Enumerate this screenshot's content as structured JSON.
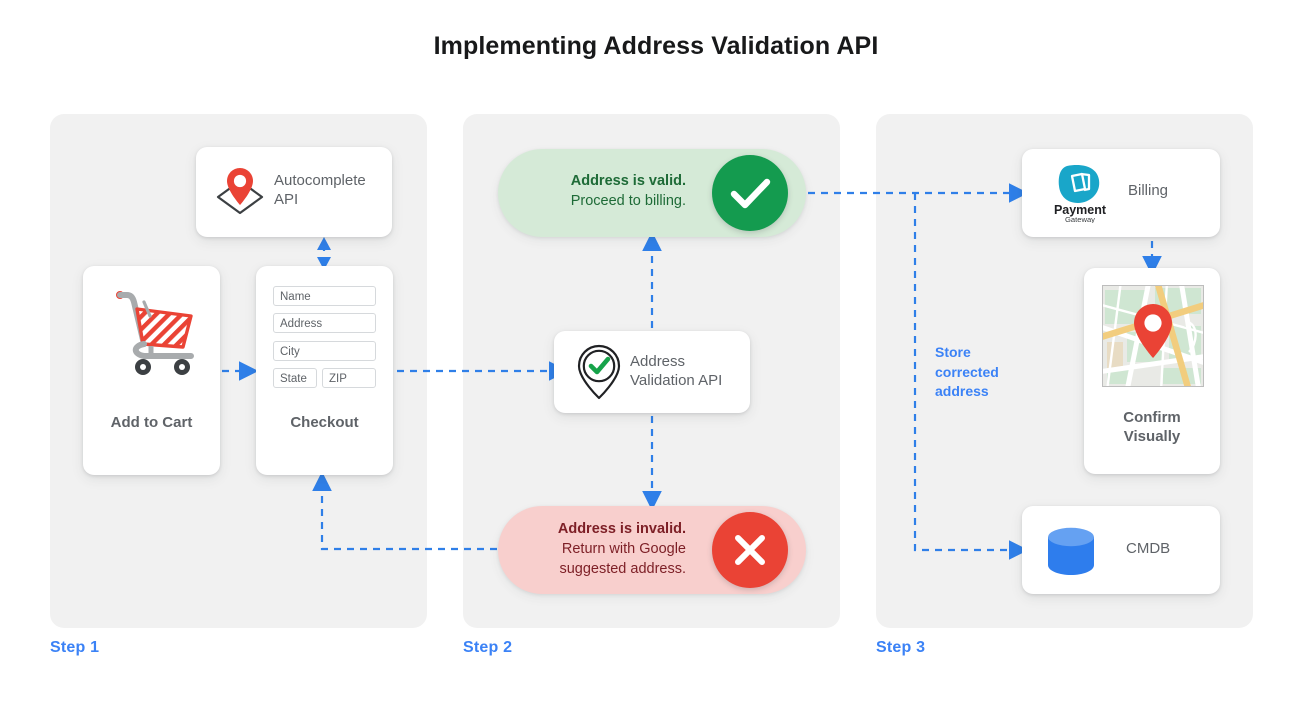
{
  "page": {
    "title": "Implementing Address Validation API",
    "background": "#ffffff",
    "accent_blue": "#3b82f6",
    "panel_bg": "#f1f1f1"
  },
  "steps": [
    {
      "label": "Step 1"
    },
    {
      "label": "Step 2"
    },
    {
      "label": "Step 3"
    }
  ],
  "step1": {
    "autocomplete": {
      "label": "Autocomplete\nAPI",
      "line1": "Autocomplete",
      "line2": "API",
      "icon": "map-pin-envelope-icon"
    },
    "cart": {
      "caption": "Add to Cart",
      "icon": "shopping-cart-icon"
    },
    "checkout": {
      "caption": "Checkout",
      "fields": [
        {
          "name": "name-field",
          "placeholder": "Name"
        },
        {
          "name": "address-field",
          "placeholder": "Address"
        },
        {
          "name": "city-field",
          "placeholder": "City"
        },
        {
          "name": "state-field",
          "placeholder": "State"
        },
        {
          "name": "zip-field",
          "placeholder": "ZIP"
        }
      ]
    }
  },
  "step2": {
    "valid": {
      "headline": "Address is valid.",
      "detail": "Proceed to billing.",
      "badge_icon": "check-icon",
      "badge_color": "#149b4f",
      "pill_color": "#d5ead7",
      "text_color": "#1e6b37"
    },
    "invalid": {
      "headline": "Address is invalid.",
      "detail_line1": "Return with Google",
      "detail_line2": "suggested address.",
      "badge_icon": "cross-icon",
      "badge_color": "#ea4335",
      "pill_color": "#f8cfcd",
      "text_color": "#7d1f26"
    },
    "validation_api": {
      "line1": "Address",
      "line2": "Validation API",
      "icon": "pin-check-icon"
    }
  },
  "step3": {
    "billing": {
      "label": "Billing",
      "logo_name": "Payment",
      "logo_sub": "Gateway",
      "icon": "payment-gateway-logo"
    },
    "confirm": {
      "line1": "Confirm",
      "line2": "Visually",
      "icon": "map-thumbnail-icon"
    },
    "cmdb": {
      "label": "CMDB",
      "icon": "database-cylinder-icon"
    },
    "store_note": {
      "line1": "Store",
      "line2": "corrected",
      "line3": "address"
    }
  },
  "connectors": [
    {
      "name": "cart-to-checkout-arrow",
      "style": "dashed",
      "direction": "right"
    },
    {
      "name": "autocomplete-checkout-arrow",
      "style": "solid",
      "direction": "bidirectional-vertical"
    },
    {
      "name": "checkout-to-validation-arrow",
      "style": "dashed",
      "direction": "right"
    },
    {
      "name": "validation-to-valid-arrow",
      "style": "dashed",
      "direction": "up"
    },
    {
      "name": "validation-to-invalid-arrow",
      "style": "dashed",
      "direction": "down"
    },
    {
      "name": "invalid-to-checkout-arrow",
      "style": "dashed",
      "direction": "left-up"
    },
    {
      "name": "valid-to-billing-arrow",
      "style": "dashed",
      "direction": "right"
    },
    {
      "name": "billing-to-map-arrow",
      "style": "dashed",
      "direction": "down"
    },
    {
      "name": "store-to-cmdb-arrow",
      "style": "dashed",
      "direction": "down-right"
    }
  ]
}
